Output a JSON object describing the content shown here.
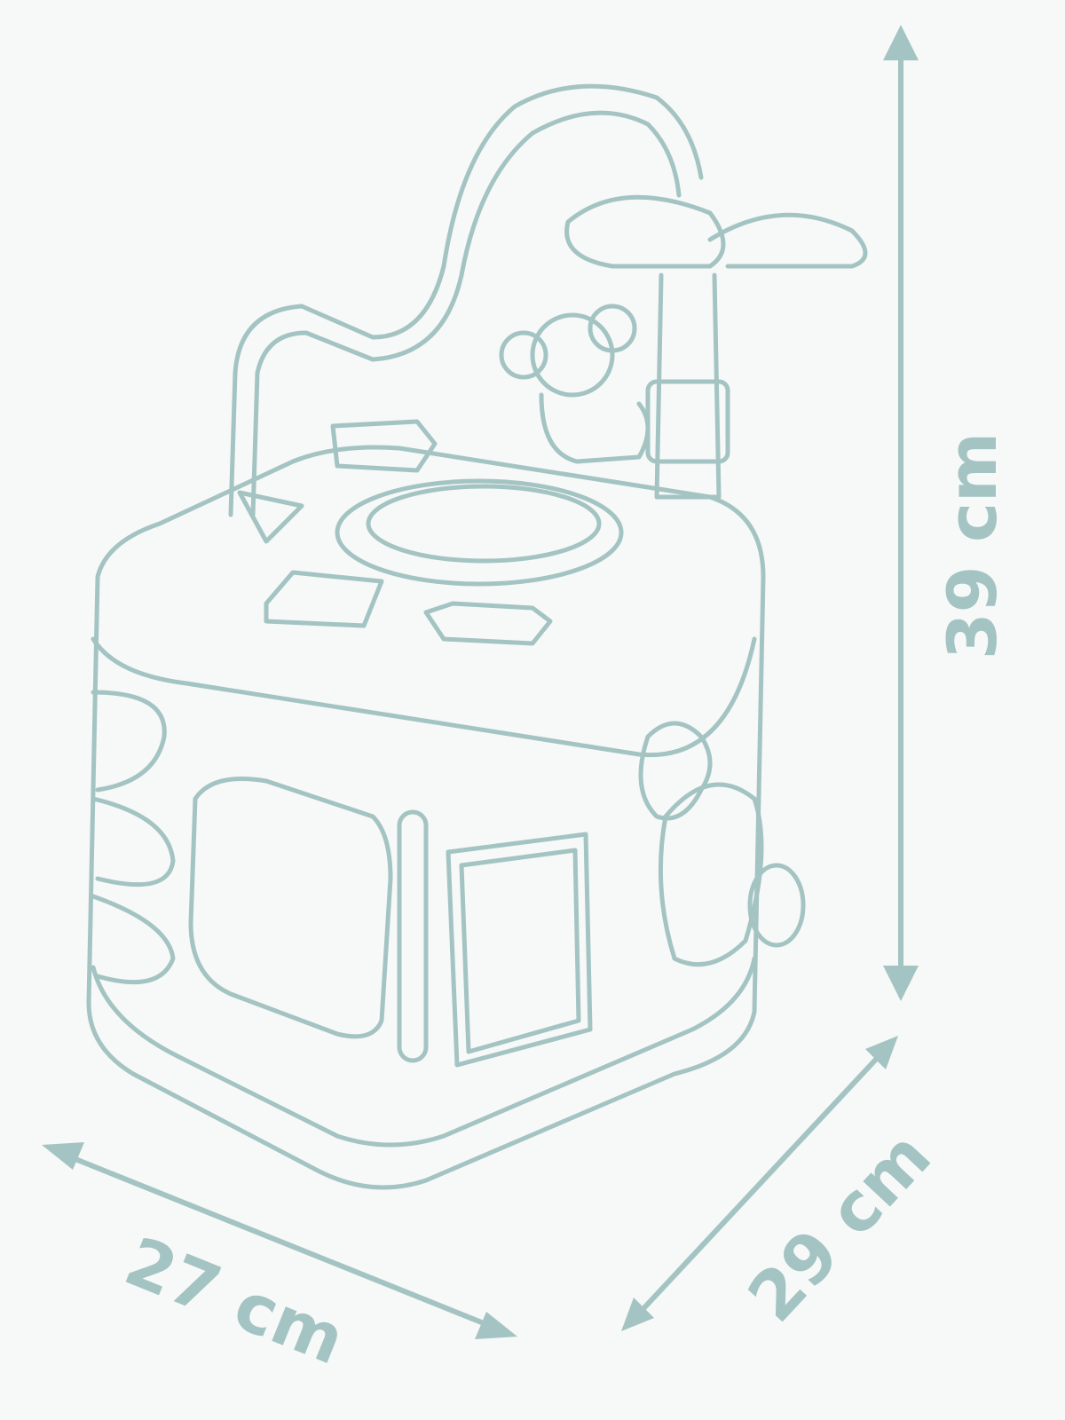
{
  "dimensions": {
    "height": {
      "label": "39 cm",
      "value": 39,
      "unit": "cm"
    },
    "width": {
      "label": "27 cm",
      "value": 27,
      "unit": "cm"
    },
    "depth": {
      "label": "29 cm",
      "value": 29,
      "unit": "cm"
    }
  },
  "colors": {
    "line": "#a3c4c2",
    "background": "#f7f8f8"
  }
}
